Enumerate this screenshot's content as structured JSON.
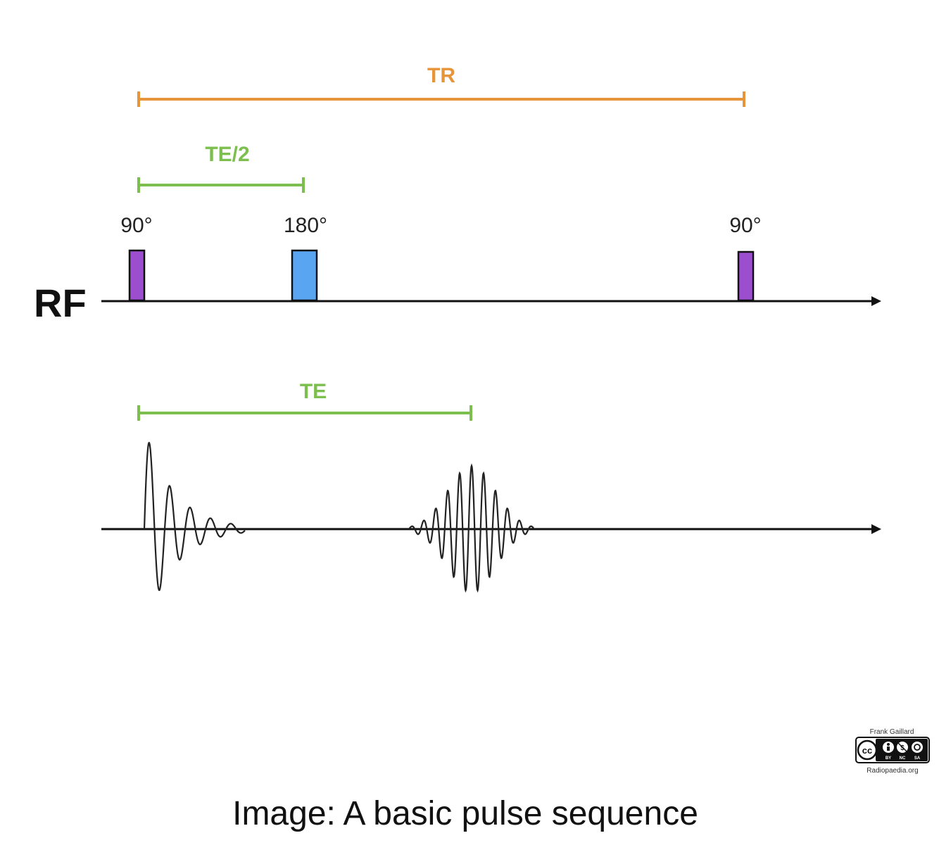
{
  "labels": {
    "tr": "TR",
    "te_half": "TE/2",
    "te": "TE",
    "pulse_90_first": "90°",
    "pulse_180": "180°",
    "pulse_90_second": "90°",
    "rf_axis": "RF"
  },
  "caption": "Image: A basic pulse sequence",
  "license": {
    "author": "Frank Gaillard",
    "cc": "cc",
    "terms": [
      "BY",
      "NC",
      "SA"
    ],
    "site": "Radiopaedia.org"
  },
  "colors": {
    "tr_bracket": "#E6953A",
    "te_bracket": "#7DBF4E",
    "pulse_90": "#9B4FCF",
    "pulse_180": "#5AA5F2",
    "axis": "#111111",
    "waveform": "#222222"
  }
}
